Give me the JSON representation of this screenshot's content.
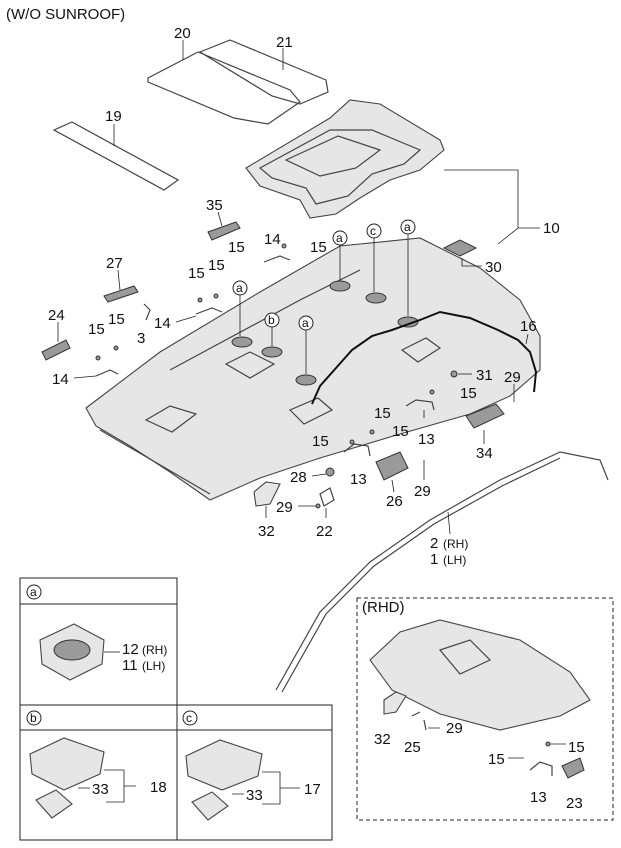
{
  "header": {
    "title": "(W/O SUNROOF)"
  },
  "callouts": {
    "c20": "20",
    "c21": "21",
    "c19": "19",
    "c10": "10",
    "c35": "35",
    "c27": "27",
    "c24": "24",
    "c3": "3",
    "c14a": "14",
    "c14b": "14",
    "c14c": "14",
    "c15a": "15",
    "c15b": "15",
    "c15c": "15",
    "c15d": "15",
    "c15e": "15",
    "c15f": "15",
    "c15g": "15",
    "c15h": "15",
    "c15i": "15",
    "c15j": "15",
    "c30": "30",
    "c16": "16",
    "c31": "31",
    "c29a": "29",
    "c29b": "29",
    "c29c": "29",
    "c13a": "13",
    "c13b": "13",
    "c34": "34",
    "c28": "28",
    "c26": "26",
    "c32": "32",
    "c22": "22",
    "c2": "2",
    "c2s": "(RH)",
    "c1": "1",
    "c1s": "(LH)"
  },
  "circle_labels": {
    "a": "a",
    "b": "b",
    "c": "c"
  },
  "detail_a": {
    "letter": "a",
    "part_rh": "12",
    "part_rh_side": "(RH)",
    "part_lh": "11",
    "part_lh_side": "(LH)"
  },
  "detail_b": {
    "letter": "b",
    "part_bulb": "33",
    "part_lamp": "18"
  },
  "detail_c": {
    "letter": "c",
    "part_bulb": "33",
    "part_lamp": "17"
  },
  "rhd": {
    "title": "(RHD)",
    "c32": "32",
    "c25": "25",
    "c29": "29",
    "c15a": "15",
    "c15b": "15",
    "c13": "13",
    "c23": "23"
  }
}
